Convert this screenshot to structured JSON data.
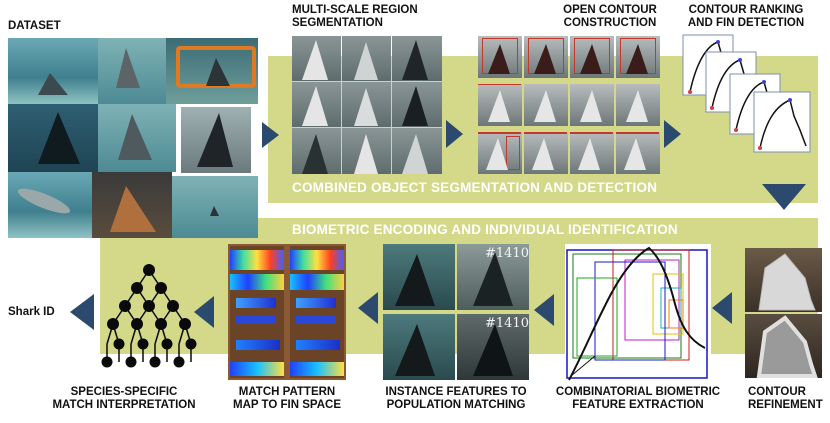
{
  "labels": {
    "dataset": "DATASET",
    "multiscale": "MULTI-SCALE REGION\nSEGMENTATION",
    "open_contour": "OPEN CONTOUR\nCONSTRUCTION",
    "ranking": "CONTOUR RANKING\nAND FIN DETECTION",
    "band_top": "COMBINED OBJECT SEGMENTATION AND DETECTION",
    "band_bottom": "BIOMETRIC ENCODING AND INDIVIDUAL IDENTIFICATION",
    "shark_id": "Shark ID",
    "species": "SPECIES-SPECIFIC\nMATCH INTERPRETATION",
    "match_pattern": "MATCH PATTERN\nMAP TO FIN SPACE",
    "instance": "INSTANCE FEATURES TO\nPOPULATION MATCHING",
    "combinatorial": "COMBINATORIAL BIOMETRIC\nFEATURE EXTRACTION",
    "refinement": "CONTOUR\nREFINEMENT"
  },
  "match_ids": [
    "#1410",
    "#1410"
  ],
  "colors": {
    "band": "#d4d98a",
    "arrow": "#2c4a6e",
    "tree_node": "#0a0a0a",
    "highlight_border": "#ffffff",
    "contour_box": "#c0392b",
    "rank_border": "#7d8fb3"
  }
}
